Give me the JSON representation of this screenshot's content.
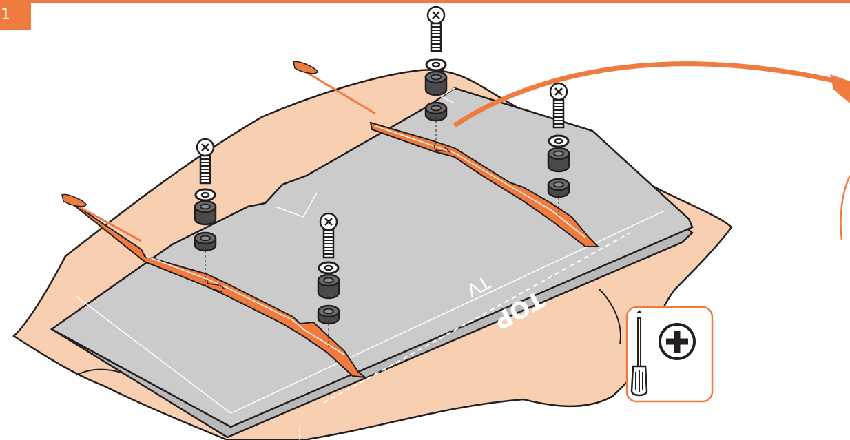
{
  "step": {
    "number": "1"
  },
  "tv": {
    "top_label": "TOP",
    "tv_label": "TV"
  },
  "tool": {
    "icon": "phillips-screwdriver-icon",
    "bit": "phillips-head-icon"
  },
  "colors": {
    "accent": "#f07b3f",
    "accent_dark": "#e4632a",
    "tv_panel": "#cbcbcb",
    "tv_edge": "#b9b9b9",
    "packaging": "#f9cfb2",
    "outline": "#231f20"
  }
}
